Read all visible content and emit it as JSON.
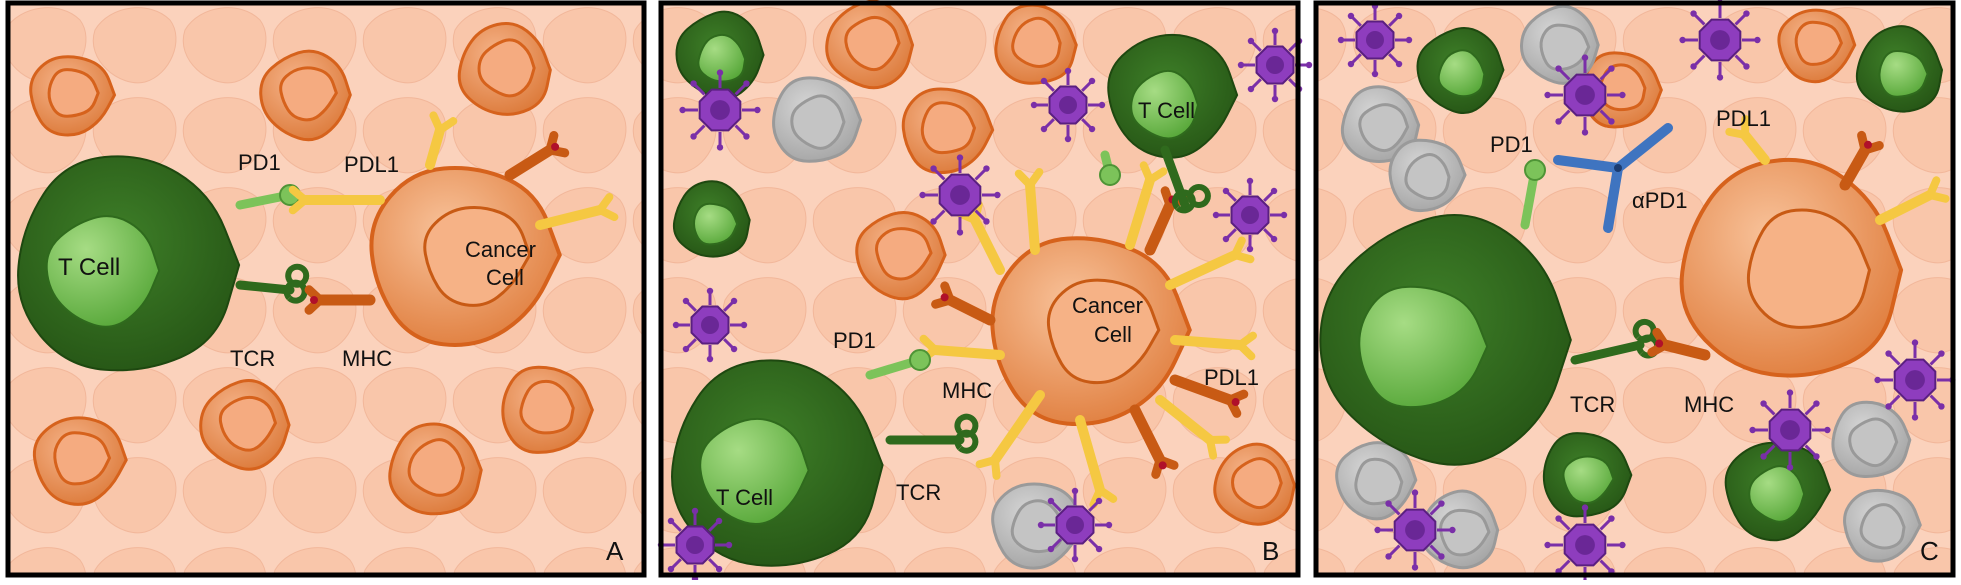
{
  "panels": [
    {
      "id": "A",
      "letter": "A",
      "labels": {
        "tcell": "T Cell",
        "cancer_line1": "Cancer",
        "cancer_line2": "Cell",
        "pd1": "PD1",
        "pdl1": "PDL1",
        "tcr": "TCR",
        "mhc": "MHC"
      }
    },
    {
      "id": "B",
      "letter": "B",
      "labels": {
        "tcell_top": "T Cell",
        "tcell_bottom": "T Cell",
        "cancer_line1": "Cancer",
        "cancer_line2": "Cell",
        "pd1": "PD1",
        "pdl1": "PDL1",
        "tcr": "TCR",
        "mhc": "MHC"
      }
    },
    {
      "id": "C",
      "letter": "C",
      "labels": {
        "pd1": "PD1",
        "pdl1": "PDL1",
        "antibody": "αPD1",
        "tcr": "TCR",
        "mhc": "MHC"
      }
    }
  ],
  "colors": {
    "background": "#fbd2bc",
    "background_cells": "#f7c3a6",
    "tcell_dark": "#2f6a1d",
    "tcell_light": "#7cc35a",
    "cancer_fill": "#f0a06a",
    "cancer_outline": "#d6621c",
    "mhc": "#c85a14",
    "pdl1": "#f5c842",
    "pd1": "#7cc35a",
    "antibody": "#3f74c0",
    "virus": "#7a2fa8",
    "gray_cell": "#bdbdbd",
    "border": "#000000"
  }
}
